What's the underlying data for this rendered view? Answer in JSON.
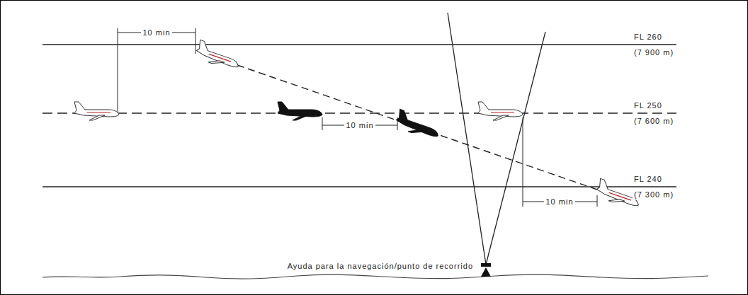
{
  "diagram": {
    "labels": [
      "10 min",
      "FL 260",
      "(7 900 m)",
      "10 min",
      "FL 250",
      "(7 600 m)",
      "FL 240",
      "(7 300 m)",
      "10 min",
      "Ayuda para la navegación/punto de recorrido"
    ]
  }
}
